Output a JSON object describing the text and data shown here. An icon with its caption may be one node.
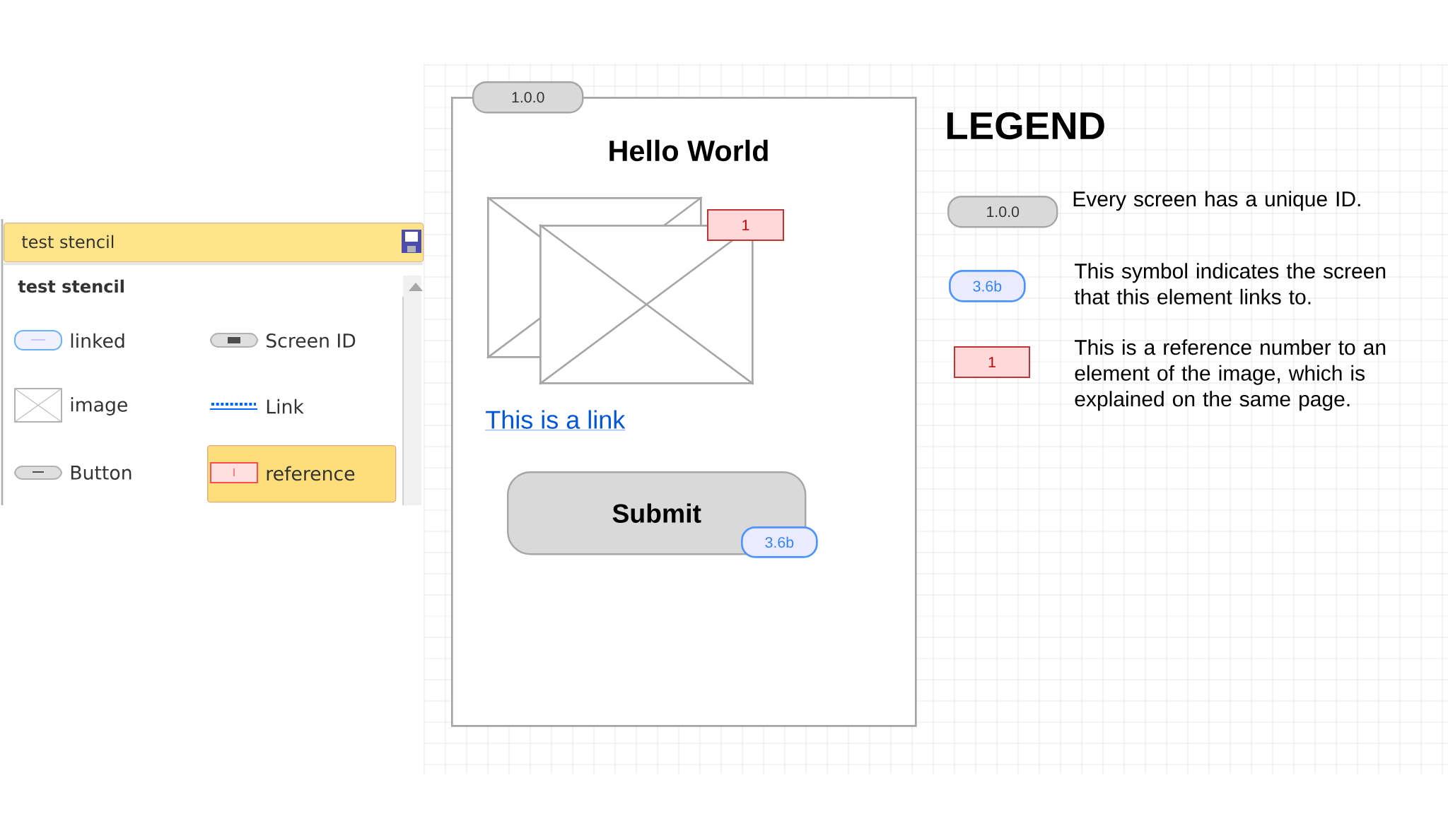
{
  "diagram": {
    "nodes": [
      {
        "text": [
          "test stencil"
        ]
      },
      {
        "text": [
          "test stencil"
        ]
      },
      {
        "text": [
          "reference"
        ],
        "in": 1
      },
      {
        "text": [
          "Hello World"
        ]
      },
      {
        "text": [
          "1.0.0"
        ]
      },
      {
        "text": [],
        "shape": "box",
        "in": 3
      },
      {
        "text": [],
        "shape": "box",
        "in": 3
      },
      {
        "text": [
          "1"
        ],
        "in": 3
      },
      {
        "text": [
          "Submit"
        ],
        "in": 3
      },
      {
        "text": [
          "3.6b"
        ],
        "in": 3
      },
      {
        "text": [
          "1.0.0"
        ],
        "beside": [
          "Every screen has a unique ID."
        ]
      },
      {
        "text": [
          "3.6b"
        ],
        "beside": [
          "This symbol indicates the screen that this element links to."
        ]
      },
      {
        "text": [
          "1"
        ],
        "beside": [
          "This is a reference number to an element of the image, which is explained on the same page."
        ]
      }
    ],
    "edges": [],
    "labels": [
      "linked",
      "Screen ID",
      "image",
      "Link",
      "Button",
      "This is a link",
      "LEGEND"
    ]
  }
}
